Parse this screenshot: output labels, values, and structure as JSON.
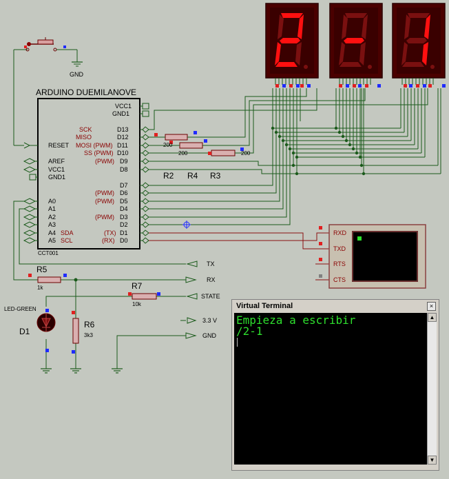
{
  "schematic": {
    "switch_gnd": "GND",
    "arduino": {
      "title": "ARDUINO DUEMILANOVE",
      "part_id": "CCT001",
      "left_pins": [
        "RESET",
        "AREF",
        "VCC1",
        "GND1",
        "A0",
        "A1",
        "A2",
        "A3",
        "A4",
        "A5"
      ],
      "left_alt": {
        "a4": "SDA",
        "a5": "SCL"
      },
      "right_pins": [
        "VCC1",
        "GND1",
        "D13",
        "D12",
        "D11",
        "D10",
        "D9",
        "D8",
        "D7",
        "D6",
        "D5",
        "D4",
        "D3",
        "D2",
        "D1",
        "D0"
      ],
      "right_alt": {
        "sck": "SCK",
        "miso": "MISO",
        "mosi": "MOSI (PWM)",
        "ss": "SS (PWM)",
        "pwm": "(PWM)",
        "tx": "(TX)",
        "rx": "(RX)"
      }
    },
    "resistors": {
      "r2": {
        "ref": "R2",
        "value": "200"
      },
      "r4": {
        "ref": "R4",
        "value": "200"
      },
      "r3": {
        "ref": "R3",
        "value": "200"
      },
      "r5": {
        "ref": "R5",
        "value": "1k"
      },
      "r6": {
        "ref": "R6",
        "value": "3k3"
      },
      "r7": {
        "ref": "R7",
        "value": "10k"
      }
    },
    "led": {
      "ref": "D1",
      "type": "LED-GREEN"
    },
    "net_labels": {
      "tx": "TX",
      "rx": "RX",
      "state": "STATE",
      "v33": "3.3 V",
      "gnd": "GND"
    },
    "serial_module": {
      "pins": [
        "RXD",
        "TXD",
        "RTS",
        "CTS"
      ]
    },
    "displays": {
      "digits": [
        "2",
        "-",
        "1"
      ]
    }
  },
  "terminal": {
    "title": "Virtual Terminal",
    "close": "×",
    "lines": [
      "Empieza a escribir",
      "/2-1"
    ]
  },
  "colors": {
    "background": "#c4c8c0",
    "wire": "#1a5a1a",
    "component": "#6b0000",
    "pin_red": "#e02020",
    "pin_blue": "#1f2bff",
    "display_body": "#4a0000",
    "segment_on": "#ff1010",
    "segment_off": "#7a1010",
    "terminal_text": "#2ee02e"
  }
}
